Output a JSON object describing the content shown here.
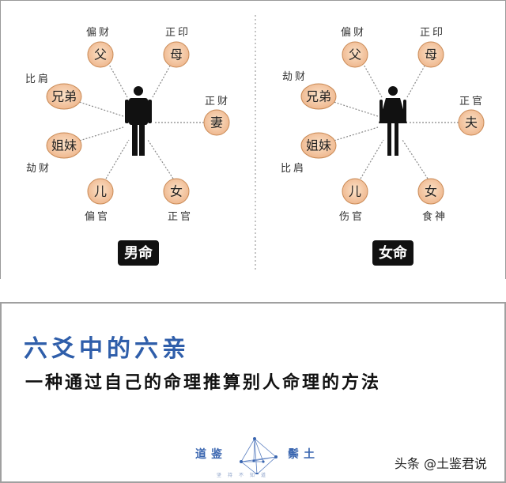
{
  "male": {
    "badge": "男命",
    "nodes": {
      "father": "父",
      "mother": "母",
      "brothers": "兄弟",
      "wife": "妻",
      "sisters": "姐妹",
      "son": "儿",
      "daughter": "女"
    },
    "labels": {
      "father": "偏财",
      "mother": "正印",
      "brothers": "比肩",
      "wife": "正财",
      "sisters": "劫财",
      "son": "偏官",
      "daughter": "正官"
    }
  },
  "female": {
    "badge": "女命",
    "nodes": {
      "father": "父",
      "mother": "母",
      "brothers": "兄弟",
      "husband": "夫",
      "sisters": "姐妹",
      "son": "儿",
      "daughter": "女"
    },
    "labels": {
      "father": "偏财",
      "mother": "正印",
      "brothers": "劫财",
      "husband": "正官",
      "sisters": "比肩",
      "son": "伤官",
      "daughter": "食神"
    }
  },
  "caption": {
    "title": "六爻中的六亲",
    "subtitle": "一种通过自己的命理推算别人命理的方法"
  },
  "logo": {
    "left": "道鉴",
    "right": "鬃土",
    "sub": "坚持不知道"
  },
  "watermark": "头条 @土鉴君说",
  "colors": {
    "node_fill": "#f3c9a4",
    "node_stroke": "#c98a55",
    "title": "#2f5eaa",
    "badge": "#111111"
  }
}
